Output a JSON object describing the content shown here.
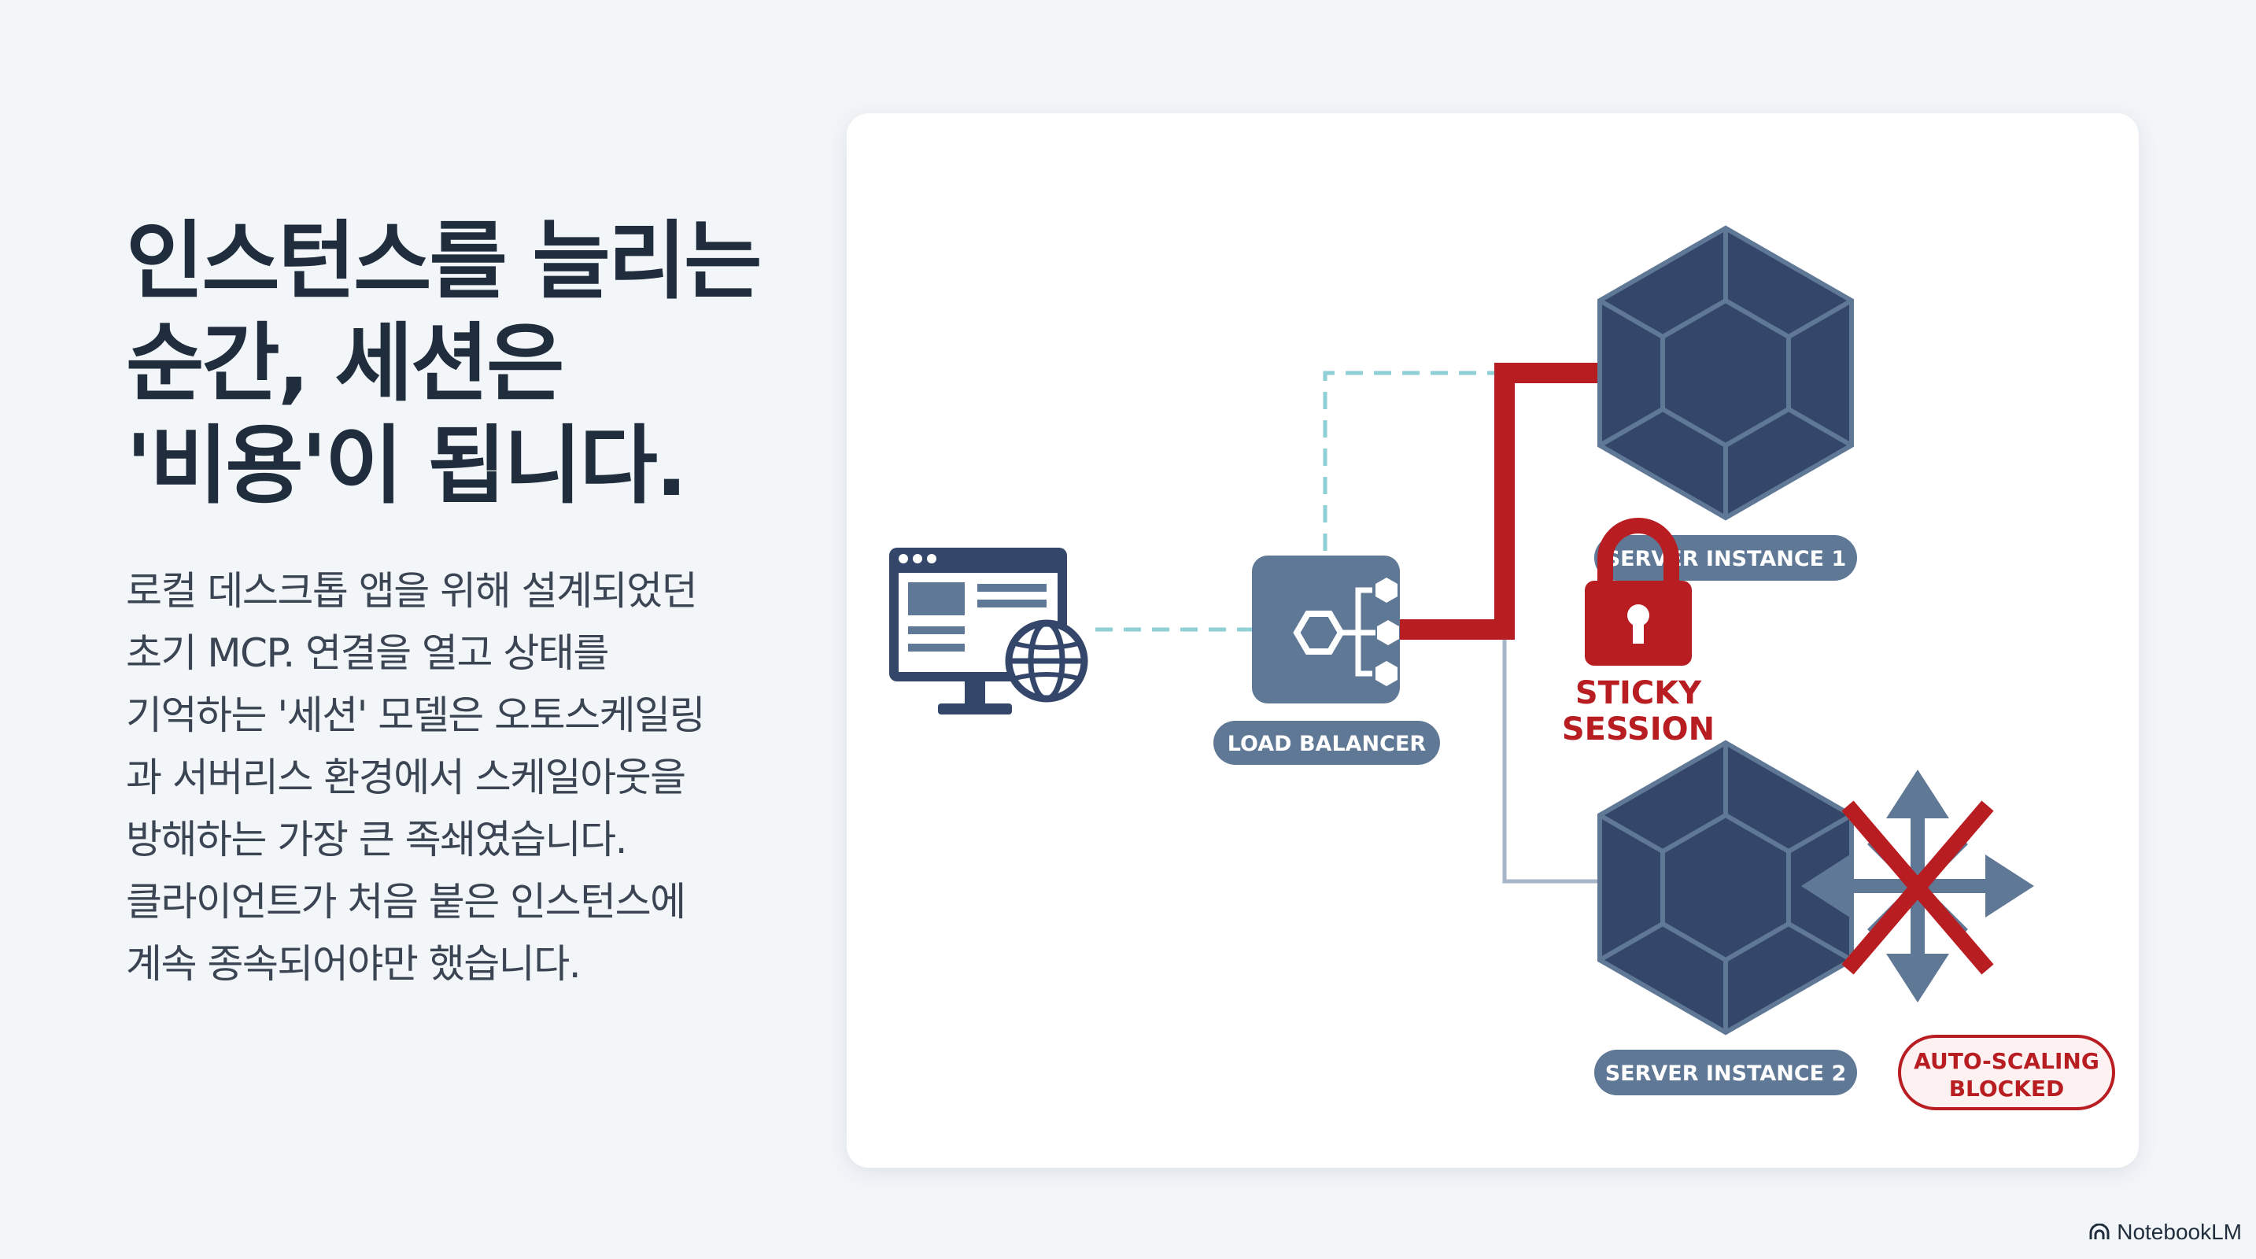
{
  "title_lines": [
    "인스턴스를 늘리는",
    "순간, 세션은",
    "'비용'이 됩니다."
  ],
  "body_lines": [
    "로컬 데스크톱 앱을 위해 설계되었던",
    "초기 MCP. 연결을 열고 상태를",
    "기억하는 '세션' 모델은 오토스케일링",
    "과 서버리스 환경에서 스케일아웃을",
    "방해하는 가장 큰 족쇄였습니다.",
    "클라이언트가 처음 붙은 인스턴스에",
    "계속 종속되어야만 했습니다."
  ],
  "diagram": {
    "load_balancer_label": "LOAD BALANCER",
    "server_1_label": "SERVER INSTANCE 1",
    "server_2_label": "SERVER INSTANCE 2",
    "sticky_session_lines": [
      "STICKY",
      "SESSION"
    ],
    "autoscaling_lines": [
      "AUTO-SCALING",
      "BLOCKED"
    ]
  },
  "icons": [
    "client-browser-icon",
    "globe-icon",
    "load-balancer-icon",
    "server-hexagon-icon",
    "padlock-icon",
    "scale-arrows-icon",
    "cross-icon",
    "notebooklm-logo-icon"
  ],
  "colors": {
    "navy": "#34476a",
    "slate": "#5f7896",
    "red": "#b81d22",
    "teal_dashed": "#8fcfd6",
    "text_dark": "#1f2d3d"
  },
  "brand": "NotebookLM"
}
